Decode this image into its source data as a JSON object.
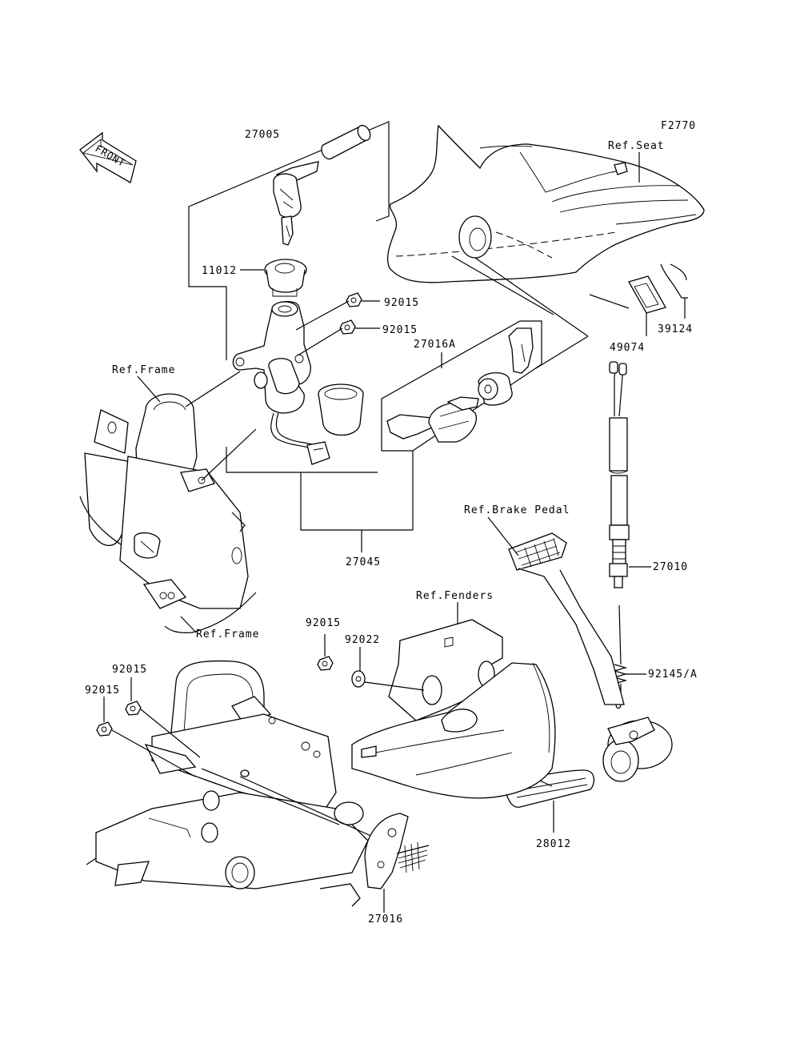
{
  "figure_code": "F2770",
  "front_arrow": {
    "label": "FRONT",
    "icon": "front-arrow-icon"
  },
  "references": {
    "seat": "Ref.Seat",
    "frame_top": "Ref.Frame",
    "frame_bottom": "Ref.Frame",
    "brake_pedal": "Ref.Brake Pedal",
    "fenders": "Ref.Fenders"
  },
  "parts": {
    "p27005": "27005",
    "p11012": "11012",
    "p92015_a": "92015",
    "p92015_b": "92015",
    "p27016A": "27016A",
    "p27045": "27045",
    "p39124": "39124",
    "p49074": "49074",
    "p27010": "27010",
    "p92015_c": "92015",
    "p92022": "92022",
    "p92015_d": "92015",
    "p92015_e": "92015",
    "p92145A": "92145/A",
    "p28012": "28012",
    "p27016": "27016"
  }
}
